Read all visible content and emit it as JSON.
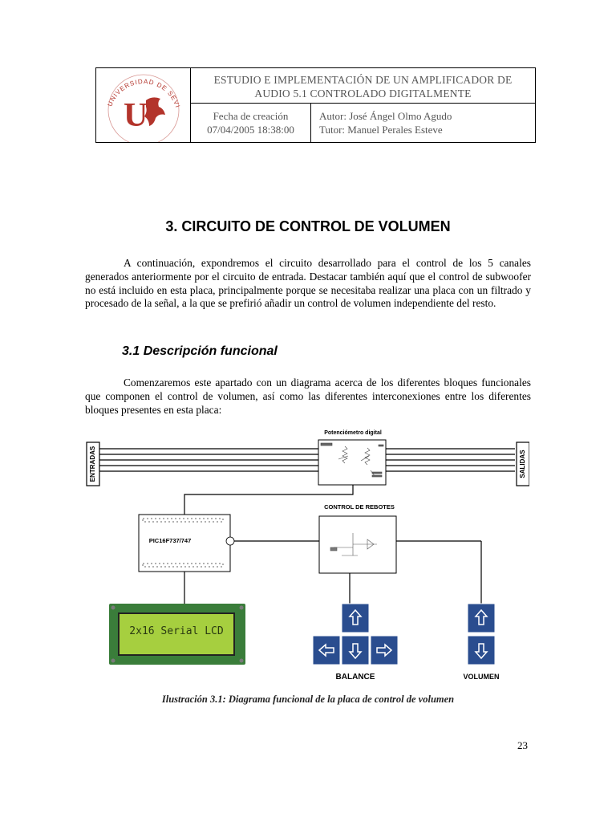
{
  "header": {
    "logo_text": "UNIVERSIDAD DE SEVILLA",
    "logo_mark": "U",
    "title_line1": "ESTUDIO E IMPLEMENTACIÓN DE UN AMPLIFICADOR DE",
    "title_line2": "AUDIO 5.1 CONTROLADO DIGITALMENTE",
    "date_label": "Fecha de creación",
    "date_value": "07/04/2005 18:38:00",
    "author": "Autor: José Ángel Olmo Agudo",
    "tutor": "Tutor: Manuel Perales Esteve"
  },
  "section": {
    "title": "3. CIRCUITO DE CONTROL DE VOLUMEN",
    "paragraph1": "A continuación, expondremos el circuito desarrollado para el control de los 5 canales generados anteriormente por el circuito de entrada. Destacar también aquí que el control de subwoofer no está incluido en esta placa, principalmente porque se necesitaba realizar una placa con un filtrado y procesado de la señal, a la que se prefirió añadir un control de volumen independiente del resto.",
    "subsection_title": "3.1 Descripción funcional",
    "paragraph2": "Comenzaremos este apartado con un diagrama acerca de los diferentes bloques funcionales que componen el control de volumen, así como las diferentes interconexiones entre los diferentes bloques presentes en esta placa:"
  },
  "diagram": {
    "entradas_label": "ENTRADAS",
    "salidas_label": "SALIDAS",
    "pot_label": "Potenciómetro digital",
    "rebotes_label": "CONTROL DE REBOTES",
    "pic_label": "PIC16F737/747",
    "lcd_text": "2x16 Serial LCD",
    "balance_label": "BALANCE",
    "volumen_label": "VOLUMEN"
  },
  "caption": "Ilustración 3.1: Diagrama funcional de la placa de control de volumen",
  "page_number": "23"
}
